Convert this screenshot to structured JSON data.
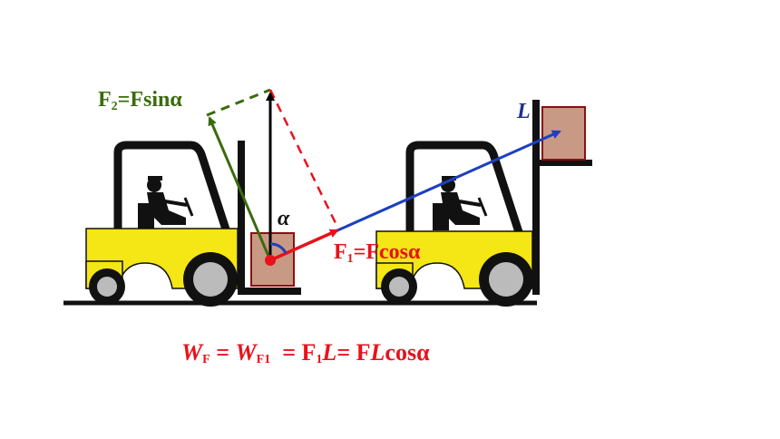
{
  "labels": {
    "f2": {
      "main": "F",
      "sub": "2",
      "rest": "=Fsinα"
    },
    "f1": {
      "main": "F",
      "sub": "1",
      "rest": "=Fcosα"
    },
    "displacement": "L",
    "angle": "α"
  },
  "equation": {
    "w1": "W",
    "w1_sub": "F",
    "eq1": " = ",
    "w2": "W",
    "w2_sub": "F1",
    "eq2": "  = ",
    "f": "F",
    "f_sub": "1",
    "l": "L",
    "eq3": "= F",
    "l2": "L",
    "tail": "cosα"
  },
  "colors": {
    "force_vertical": "#000000",
    "force_f2": "#3a6b0f",
    "force_f1": "#e8121b",
    "displacement": "#1e3fbf",
    "forklift_body": "#f5e615",
    "crate": "#c89a85",
    "ground": "#111111"
  },
  "icons": [
    "forklift-icon",
    "driver-icon",
    "crate-icon",
    "angle-arc-icon"
  ]
}
